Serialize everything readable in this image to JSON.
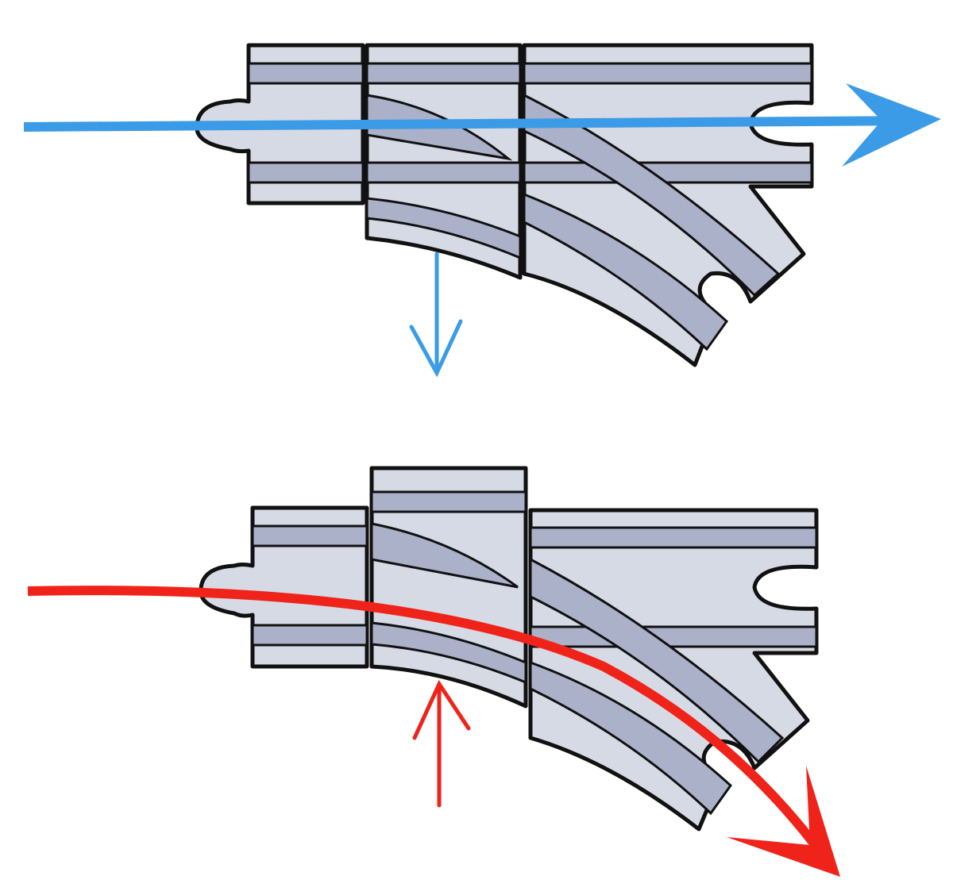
{
  "diagram": {
    "scenes": [
      {
        "name": "straight-route",
        "main_arrow": "straight",
        "secondary_arrow": "down"
      },
      {
        "name": "diverging-route",
        "main_arrow": "curved-right-down",
        "secondary_arrow": "up"
      }
    ]
  },
  "colors": {
    "track_fill": "#d6dae5",
    "groove": "#abb1c9",
    "outline": "#111111",
    "straight_arrow": "#3b9be6",
    "diverging_arrow": "#f0231a"
  }
}
